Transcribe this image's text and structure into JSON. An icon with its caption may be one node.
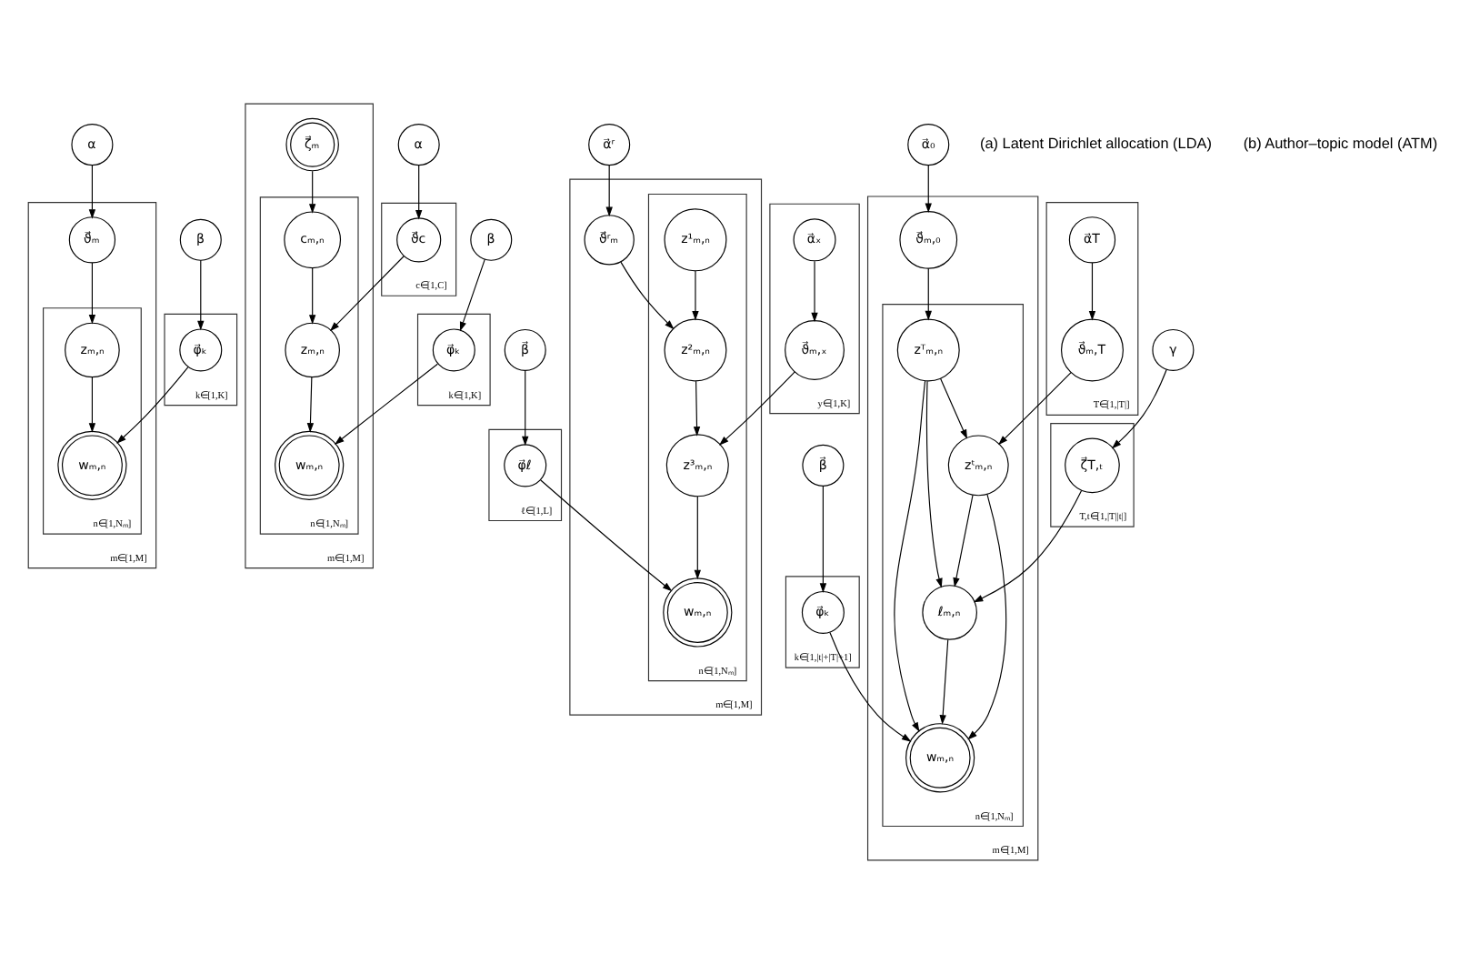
{
  "diagram": {
    "nodes": [
      {
        "text": [
          "α"
        ]
      },
      {
        "text": [
          "m∈[1,M]"
        ]
      },
      {
        "text": [
          "ϑ⃗ₘ"
        ],
        "in": 1
      },
      {
        "text": [
          "n∈[1,Nₘ]"
        ],
        "in": 1
      },
      {
        "text": [
          "zₘ,ₙ"
        ],
        "in": 3
      },
      {
        "text": [
          "β"
        ]
      },
      {
        "text": [
          "k∈[1,K]"
        ]
      },
      {
        "text": [
          "φ⃗ₖ"
        ],
        "in": 6
      },
      {
        "text": [
          "wₘ,ₙ"
        ],
        "in": 3
      },
      {
        "text": [
          "m∈[1,M]"
        ]
      },
      {
        "text": [
          "ζ⃗ₘ"
        ],
        "in": 9
      },
      {
        "text": [
          "n∈[1,Nₘ]"
        ],
        "in": 9
      },
      {
        "text": [
          "cₘ,ₙ"
        ],
        "in": 11
      },
      {
        "text": [
          "α"
        ]
      },
      {
        "text": [
          "c∈[1,C]"
        ]
      },
      {
        "text": [
          "ϑ⃗c"
        ],
        "in": 14
      },
      {
        "text": [
          "zₘ,ₙ"
        ],
        "in": 11
      },
      {
        "text": [
          "β"
        ]
      },
      {
        "text": [
          "k∈[1,K]"
        ]
      },
      {
        "text": [
          "φ⃗ₖ"
        ],
        "in": 18
      },
      {
        "text": [
          "wₘ,ₙ"
        ],
        "in": 11
      },
      {
        "text": [
          "m∈[1,M]"
        ]
      },
      {
        "text": [
          "n∈[1,Nₘ]"
        ],
        "in": 21
      },
      {
        "text": [
          "z¹ₘ,ₙ"
        ],
        "in": 22
      },
      {
        "text": [
          "α⃗ʳ"
        ]
      },
      {
        "text": [
          "ϑ⃗ʳₘ"
        ],
        "in": 21
      },
      {
        "text": [
          "z²ₘ,ₙ"
        ],
        "in": 22
      },
      {
        "text": [
          "y∈[1,K]"
        ]
      },
      {
        "text": [
          "α⃗ₓ"
        ],
        "in": 27
      },
      {
        "text": [
          "ϑ⃗ₘ,ₓ"
        ],
        "in": 27
      },
      {
        "text": [
          "z³ₘ,ₙ"
        ],
        "in": 22
      },
      {
        "text": [
          "β⃗"
        ]
      },
      {
        "text": [
          "ℓ∈[1,L]"
        ]
      },
      {
        "text": [
          "φ⃗ℓ"
        ],
        "in": 32
      },
      {
        "text": [
          "wₘ,ₙ"
        ],
        "in": 22
      },
      {
        "text": [
          "m∈[1,M]"
        ]
      },
      {
        "text": [
          "n∈[1,Nₘ]"
        ],
        "in": 35
      },
      {
        "text": [
          "α⃗₀"
        ]
      },
      {
        "text": [
          "ϑ⃗ₘ,₀"
        ],
        "in": 35
      },
      {
        "text": [
          "zᵀₘ,ₙ"
        ],
        "in": 36
      },
      {
        "text": [
          "T∈[1,|T|]"
        ]
      },
      {
        "text": [
          "α⃗T"
        ],
        "in": 40
      },
      {
        "text": [
          "ϑ⃗ₘ,T"
        ],
        "in": 40
      },
      {
        "text": [
          "zᵗₘ,ₙ"
        ],
        "in": 36
      },
      {
        "text": [
          "ℓₘ,ₙ"
        ],
        "in": 36
      },
      {
        "text": [
          "T,t∈[1,|T||t|]"
        ]
      },
      {
        "text": [
          "ζ⃗T,ₜ"
        ],
        "in": 45
      },
      {
        "text": [
          "γ"
        ]
      },
      {
        "text": [
          "β⃗"
        ]
      },
      {
        "text": [
          "k∈[1,|t|+|T|+1]"
        ]
      },
      {
        "text": [
          "φ⃗ₖ"
        ],
        "in": 49
      },
      {
        "text": [
          "wₘ,ₙ"
        ],
        "in": 36
      }
    ],
    "edges": [
      {
        "from": 0,
        "to": 2,
        "arrow": "to"
      },
      {
        "from": 2,
        "to": 4,
        "arrow": "to"
      },
      {
        "from": 4,
        "to": 8,
        "arrow": "to"
      },
      {
        "from": 5,
        "to": 7,
        "arrow": "to"
      },
      {
        "from": 7,
        "to": 8,
        "arrow": "to"
      },
      {
        "from": 10,
        "to": 12,
        "arrow": "to"
      },
      {
        "from": 12,
        "to": 16,
        "arrow": "to"
      },
      {
        "from": 13,
        "to": 15,
        "arrow": "to"
      },
      {
        "from": 15,
        "to": 16,
        "arrow": "to"
      },
      {
        "from": 16,
        "to": 20,
        "arrow": "to"
      },
      {
        "from": 17,
        "to": 19,
        "arrow": "to"
      },
      {
        "from": 19,
        "to": 20,
        "arrow": "to"
      },
      {
        "from": 23,
        "to": 26,
        "arrow": "to"
      },
      {
        "from": 24,
        "to": 25,
        "arrow": "to"
      },
      {
        "from": 25,
        "to": 26,
        "arrow": "to"
      },
      {
        "from": 26,
        "to": 30,
        "arrow": "to"
      },
      {
        "from": 28,
        "to": 29,
        "arrow": "to"
      },
      {
        "from": 29,
        "to": 30,
        "arrow": "to"
      },
      {
        "from": 30,
        "to": 34,
        "arrow": "to"
      },
      {
        "from": 31,
        "to": 33,
        "arrow": "to"
      },
      {
        "from": 33,
        "to": 34,
        "arrow": "to"
      },
      {
        "from": 37,
        "to": 38,
        "arrow": "to"
      },
      {
        "from": 38,
        "to": 39,
        "arrow": "to"
      },
      {
        "from": 39,
        "to": 43,
        "arrow": "to"
      },
      {
        "from": 39,
        "to": 44,
        "arrow": "to"
      },
      {
        "from": 39,
        "to": 51,
        "arrow": "to"
      },
      {
        "from": 41,
        "to": 42,
        "arrow": "to"
      },
      {
        "from": 42,
        "to": 43,
        "arrow": "to"
      },
      {
        "from": 43,
        "to": 44,
        "arrow": "to"
      },
      {
        "from": 43,
        "to": 51,
        "arrow": "to"
      },
      {
        "from": 44,
        "to": 51,
        "arrow": "to"
      },
      {
        "from": 46,
        "to": 44,
        "arrow": "to"
      },
      {
        "from": 47,
        "to": 46,
        "arrow": "to"
      },
      {
        "from": 48,
        "to": 50,
        "arrow": "to"
      },
      {
        "from": 50,
        "to": 51,
        "arrow": "to"
      }
    ],
    "labels": [
      "(a) Latent Dirichlet allocation (LDA)",
      "(b) Author–topic model (ATM)"
    ]
  }
}
